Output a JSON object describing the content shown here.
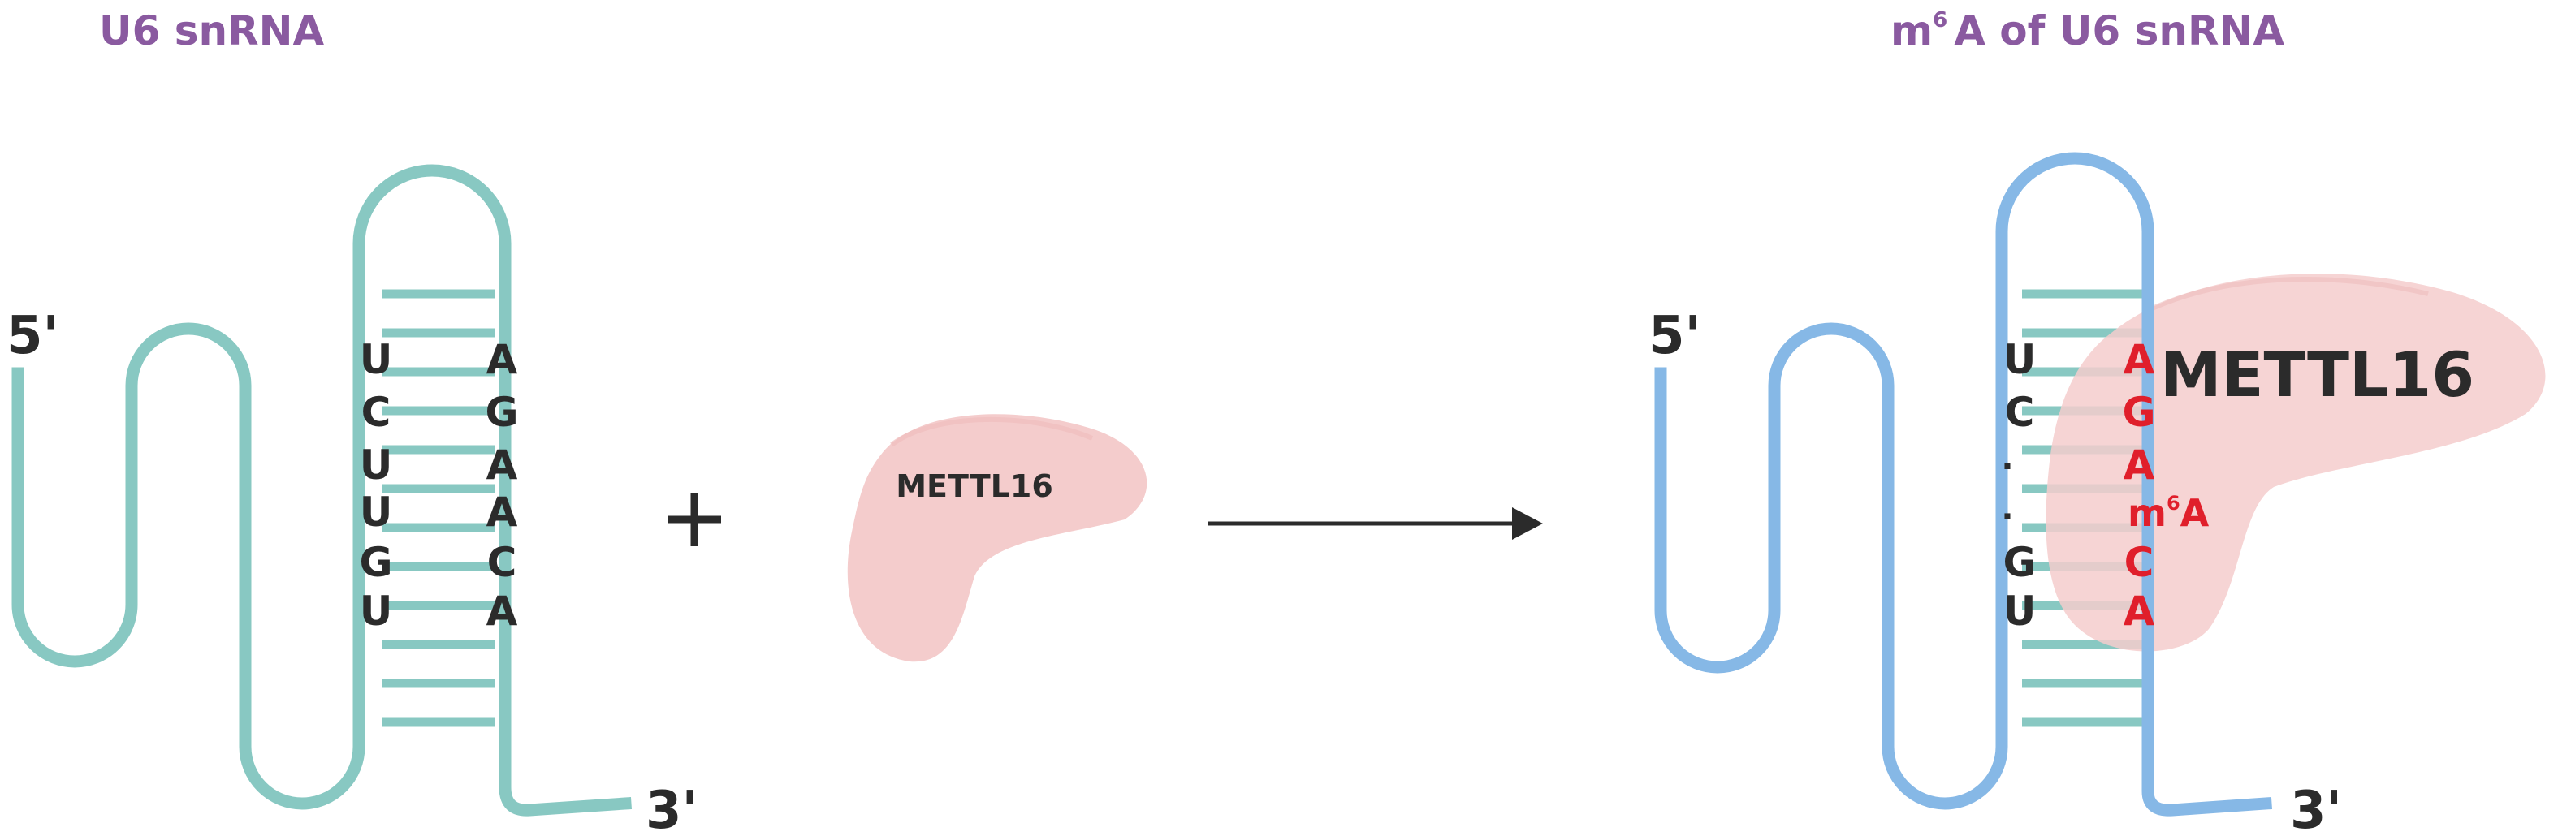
{
  "left_panel": {
    "title": "U6 snRNA",
    "five_prime": "5'",
    "three_prime": "3'",
    "left_strand": [
      "U",
      "C",
      "U",
      "U",
      "G",
      "U"
    ],
    "right_strand": [
      "A",
      "G",
      "A",
      "A",
      "C",
      "A"
    ]
  },
  "operator": {
    "plus": "+"
  },
  "enzyme": {
    "label": "METTL16"
  },
  "right_panel": {
    "title_prefix": "m",
    "title_superscript": "6",
    "title_suffix": "A of U6 snRNA",
    "five_prime": "5'",
    "three_prime": "3'",
    "left_strand": [
      "U",
      "C",
      "·",
      "·",
      "G",
      "U"
    ],
    "right_strand": [
      "A",
      "G",
      "A",
      "C",
      "A"
    ],
    "modification_prefix": "m",
    "modification_superscript": "6",
    "modification_base": "A",
    "enzyme_label": "METTL16"
  },
  "colors": {
    "rna_left": "#88c8c2",
    "rna_right": "#86b8e6",
    "enzyme_fill": "#f4cccc",
    "title": "#8a5aa0",
    "modified_base": "#e01f2b",
    "text": "#2b2b2b"
  }
}
